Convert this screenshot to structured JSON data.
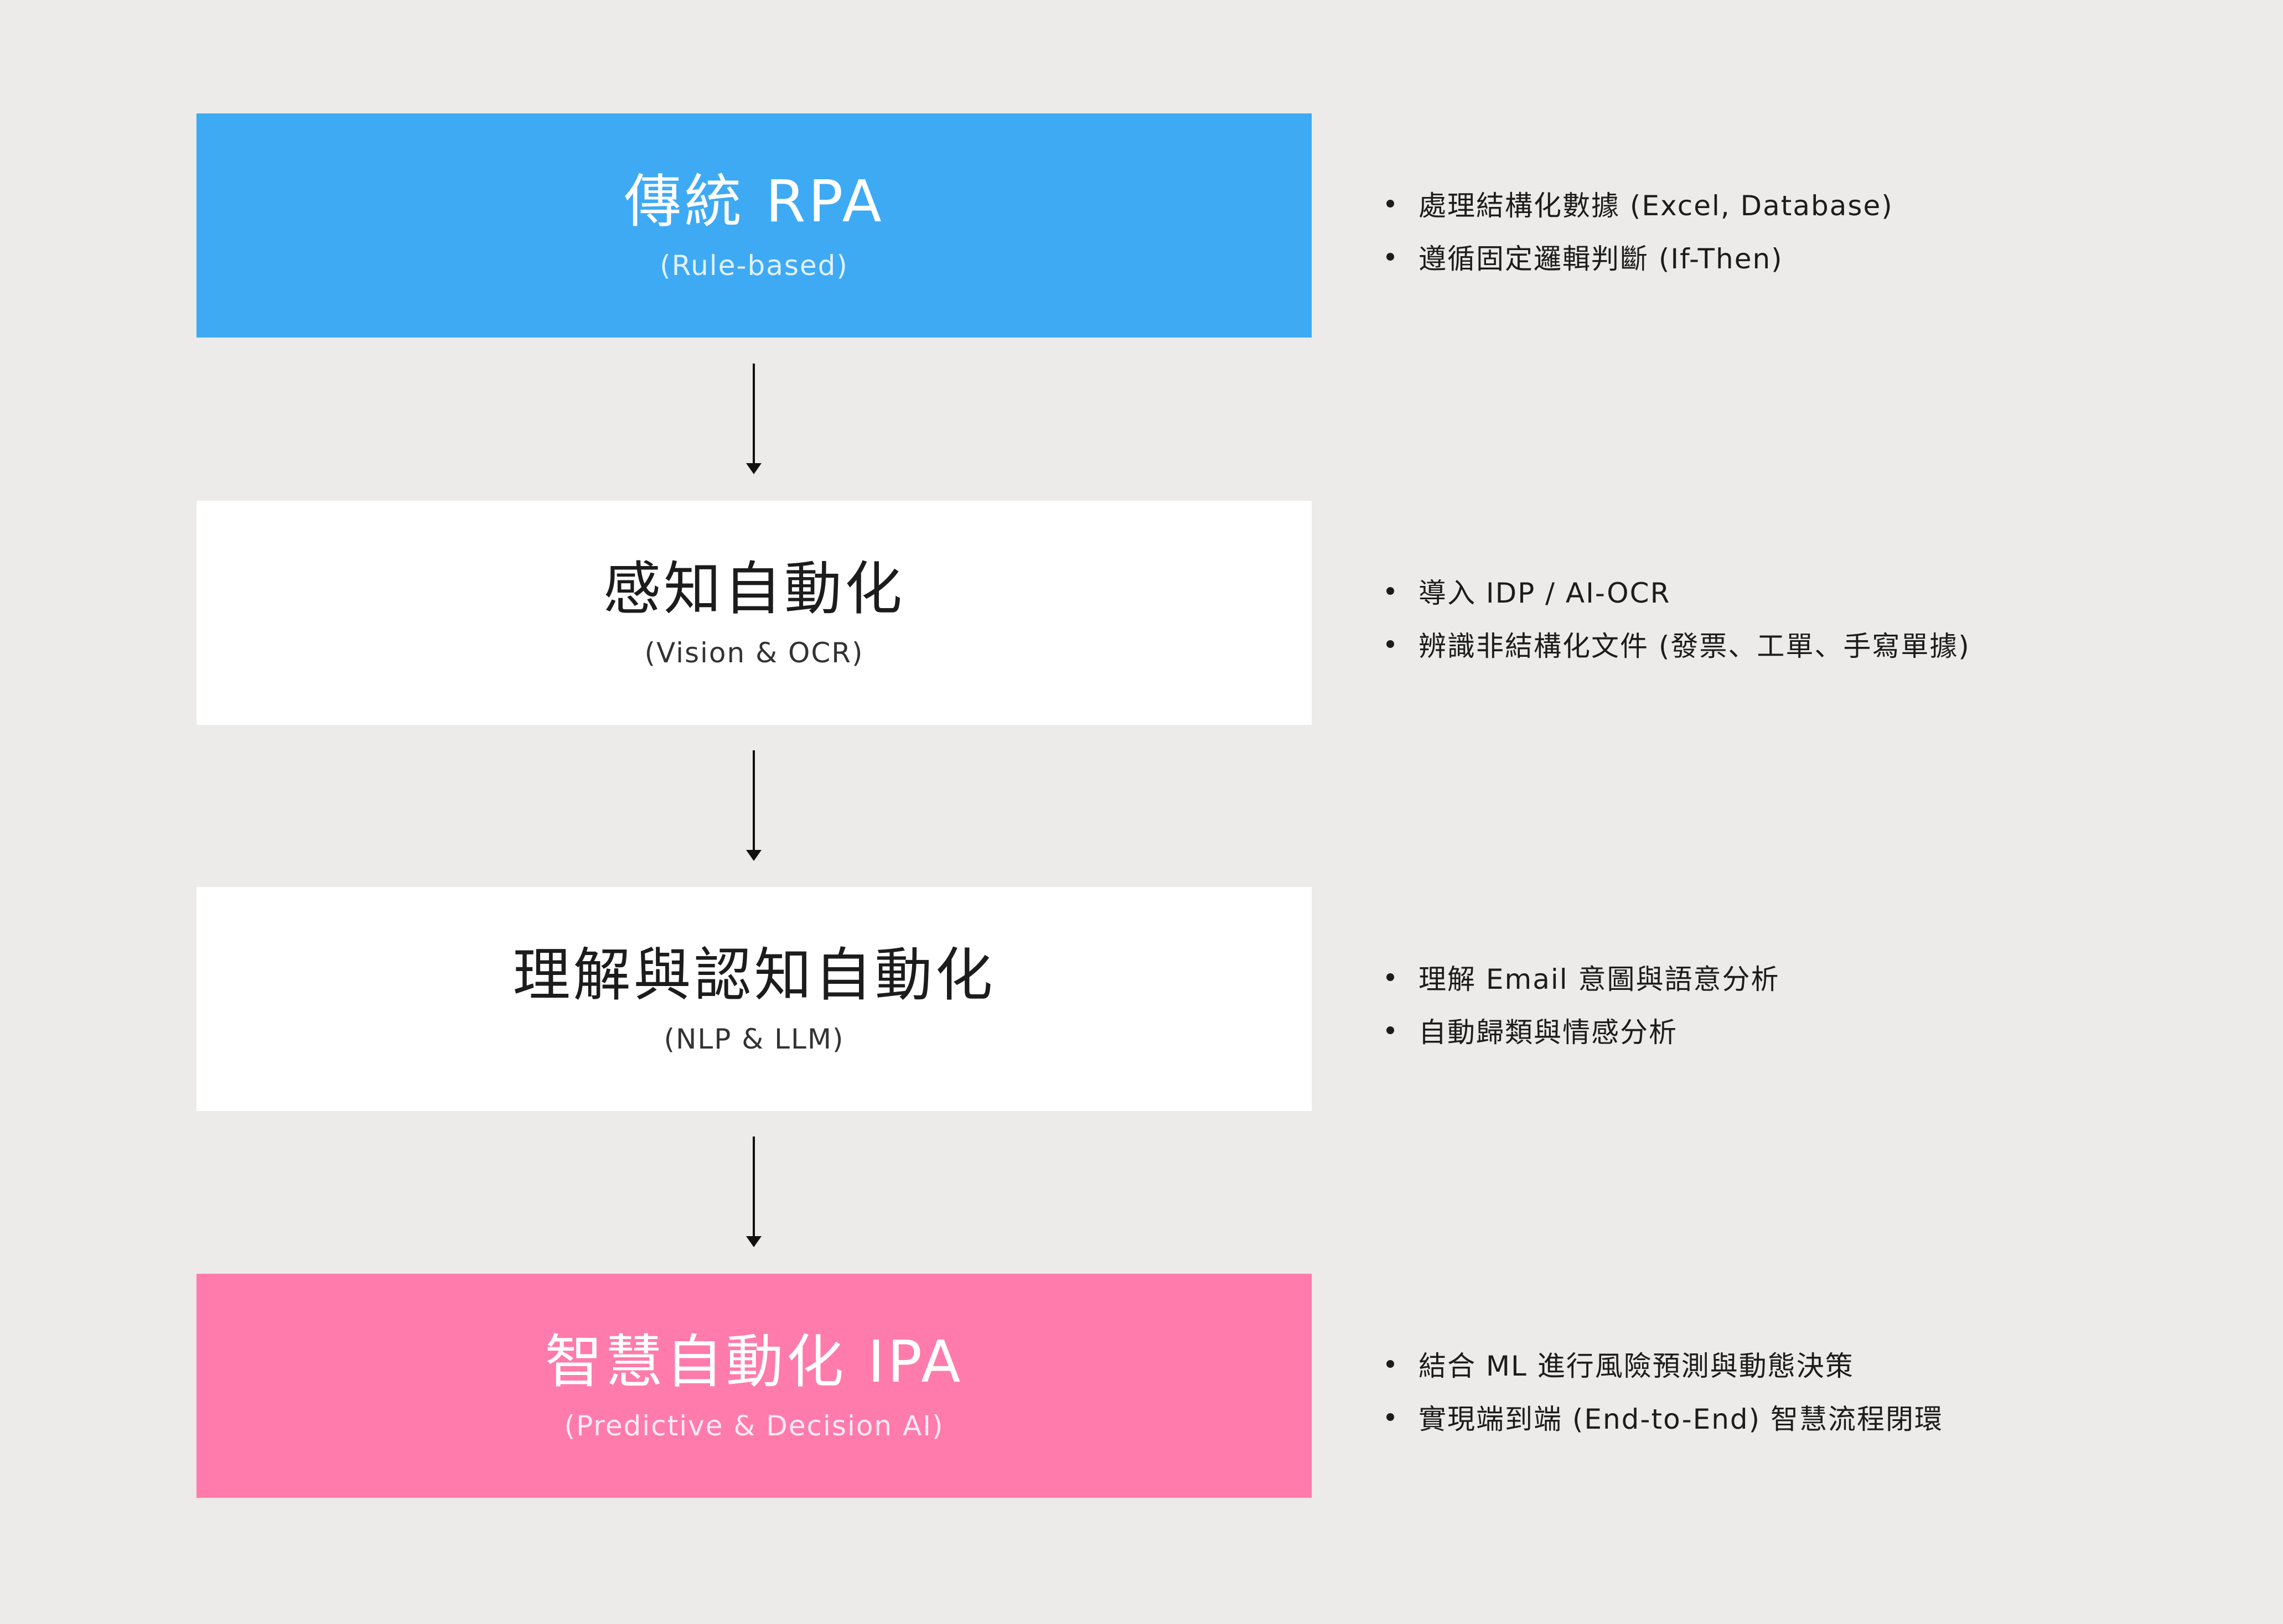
{
  "stages": [
    {
      "title": "傳統 RPA",
      "subtitle": "(Rule-based)"
    },
    {
      "title": "感知自動化",
      "subtitle": "(Vision & OCR)"
    },
    {
      "title": "理解與認知自動化",
      "subtitle": "(NLP & LLM)"
    },
    {
      "title": "智慧自動化 IPA",
      "subtitle": "(Predictive & Decision AI)"
    }
  ],
  "details": [
    [
      "處理結構化數據 (Excel, Database)",
      "遵循固定邏輯判斷 (If-Then)"
    ],
    [
      "導入 IDP / AI-OCR",
      "辨識非結構化文件 (發票、工單、手寫單據)"
    ],
    [
      "理解 Email 意圖與語意分析",
      "自動歸類與情感分析"
    ],
    [
      "結合 ML 進行風險預測與動態決策",
      "實現端到端 (End-to-End) 智慧流程閉環"
    ]
  ],
  "colors": {
    "background": "#ecebe9",
    "stage1": "#3eaaf4",
    "stage2": "#ffffff",
    "stage3": "#ffffff",
    "stage4": "#ff7bab",
    "arrow": "#111111"
  },
  "icons": {
    "connector": "arrow-down-icon",
    "bullet": "bullet-dot-icon"
  }
}
